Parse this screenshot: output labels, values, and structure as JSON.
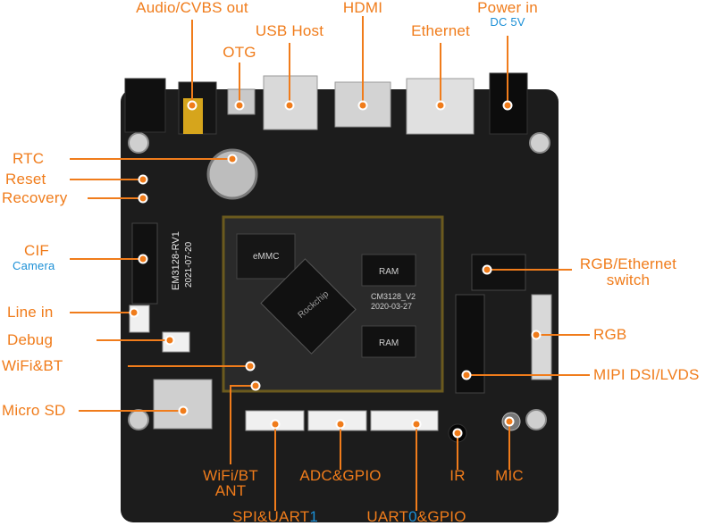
{
  "colors": {
    "accent": "#f07c1b",
    "secondary": "#1b8fd6",
    "board": "#1c1c1c",
    "module": "#2a2a2a"
  },
  "labels": {
    "audio": "Audio/CVBS out",
    "otg": "OTG",
    "usb_host": "USB Host",
    "hdmi": "HDMI",
    "ethernet": "Ethernet",
    "power_in": "Power in",
    "power_in_sub": "DC 5V",
    "rtc": "RTC",
    "reset": "Reset",
    "recovery": "Recovery",
    "cif": "CIF",
    "cif_sub": "Camera",
    "line_in": "Line in",
    "debug": "Debug",
    "wifi_bt": "WiFi&BT",
    "micro_sd": "Micro SD",
    "rgb_eth_1": "RGB/Ethernet",
    "rgb_eth_2": "switch",
    "rgb": "RGB",
    "mipi": "MIPI DSI/LVDS",
    "wifi_ant_1": "WiFi/BT",
    "wifi_ant_2": "ANT",
    "adc_gpio": "ADC&GPIO",
    "ir": "IR",
    "mic": "MIC",
    "spi_uart_pre": "SPI&UART",
    "spi_uart_num": "1",
    "uart_pre": "UART",
    "uart_num": "0",
    "uart_post": "&GPIO"
  },
  "board_text": {
    "model": "EM3128-RV1",
    "date": "2021-07-20",
    "emmc": "eMMC",
    "ram1": "RAM",
    "ram2": "RAM",
    "module_model": "CM3128_V2",
    "module_date": "2020-03-27",
    "soc_brand": "Rockchip"
  }
}
